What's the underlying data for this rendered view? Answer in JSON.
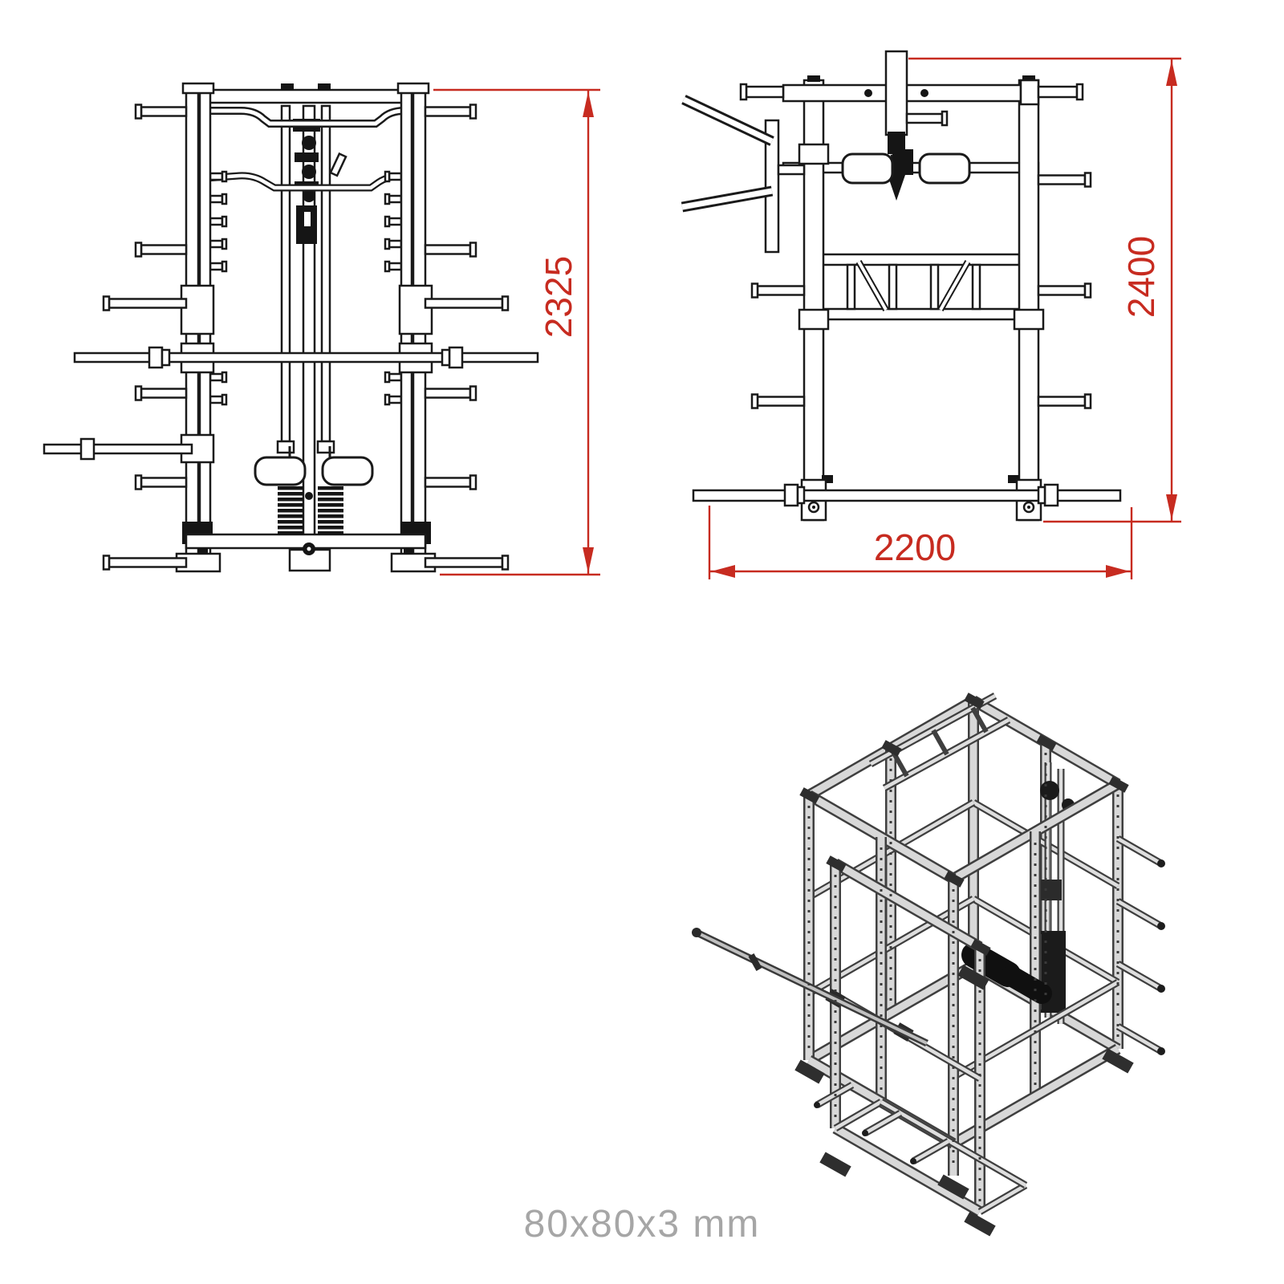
{
  "drawing": {
    "caption": "80x80x3 mm",
    "dimensions": {
      "front_height": "2325",
      "side_height": "2400",
      "side_width": "2200"
    },
    "colors": {
      "outline_black": "#1a1a1a",
      "dimension_red": "#c72b20",
      "caption_gray": "#a6a6a6",
      "iso_beam_light": "#d8d8d8",
      "iso_beam_dark": "#3f3f3f"
    }
  }
}
